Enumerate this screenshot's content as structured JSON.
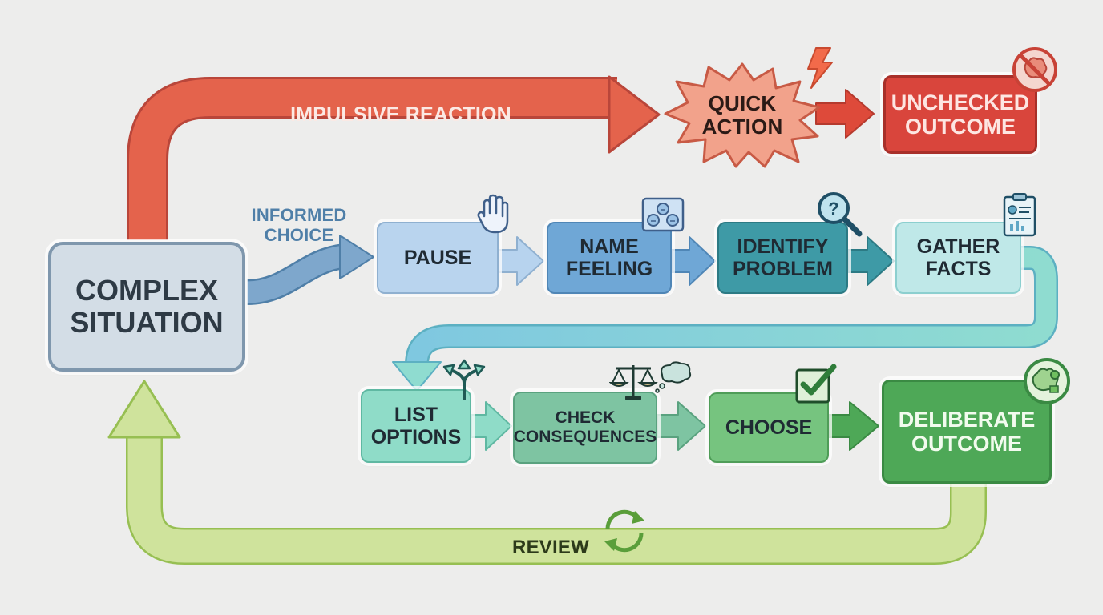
{
  "diagram": {
    "start": {
      "label": "COMPLEX\nSITUATION"
    },
    "impulsive_path": {
      "arrow_label": "IMPULSIVE REACTION",
      "action": "QUICK\nACTION",
      "outcome": "UNCHECKED\nOUTCOME",
      "action_icon": "lightning-bolt-icon",
      "outcome_icon": "crossed-out-brain-icon"
    },
    "informed_path": {
      "arrow_label": "INFORMED\nCHOICE",
      "steps": [
        {
          "label": "PAUSE",
          "icon": "raised-hand-icon"
        },
        {
          "label": "NAME\nFEELING",
          "icon": "emotion-faces-icon"
        },
        {
          "label": "IDENTIFY\nPROBLEM",
          "icon": "magnifier-question-icon"
        },
        {
          "label": "GATHER\nFACTS",
          "icon": "clipboard-report-icon"
        },
        {
          "label": "LIST\nOPTIONS",
          "icon": "branching-arrows-icon"
        },
        {
          "label": "CHECK\nCONSEQUENCES",
          "icon": "scales-thought-icon"
        },
        {
          "label": "CHOOSE",
          "icon": "checkbox-icon"
        }
      ],
      "outcome": "DELIBERATE\nOUTCOME",
      "outcome_icon": "brain-gears-icon"
    },
    "review": {
      "label": "REVIEW",
      "icon": "cycle-arrows-icon"
    },
    "colors": {
      "impulsive": "#e0604a",
      "impulsive_outcome": "#d9453c",
      "pause": "#b7d3ee",
      "name_feeling": "#6fa7d6",
      "identify_problem": "#3e9aa6",
      "gather_facts": "#b9e6e6",
      "list_options": "#8fdcc8",
      "check_consequences": "#7ec4a2",
      "choose": "#74c47e",
      "deliberate_outcome": "#4ea857",
      "review": "#c9e195",
      "start": "#d3dde6"
    }
  }
}
